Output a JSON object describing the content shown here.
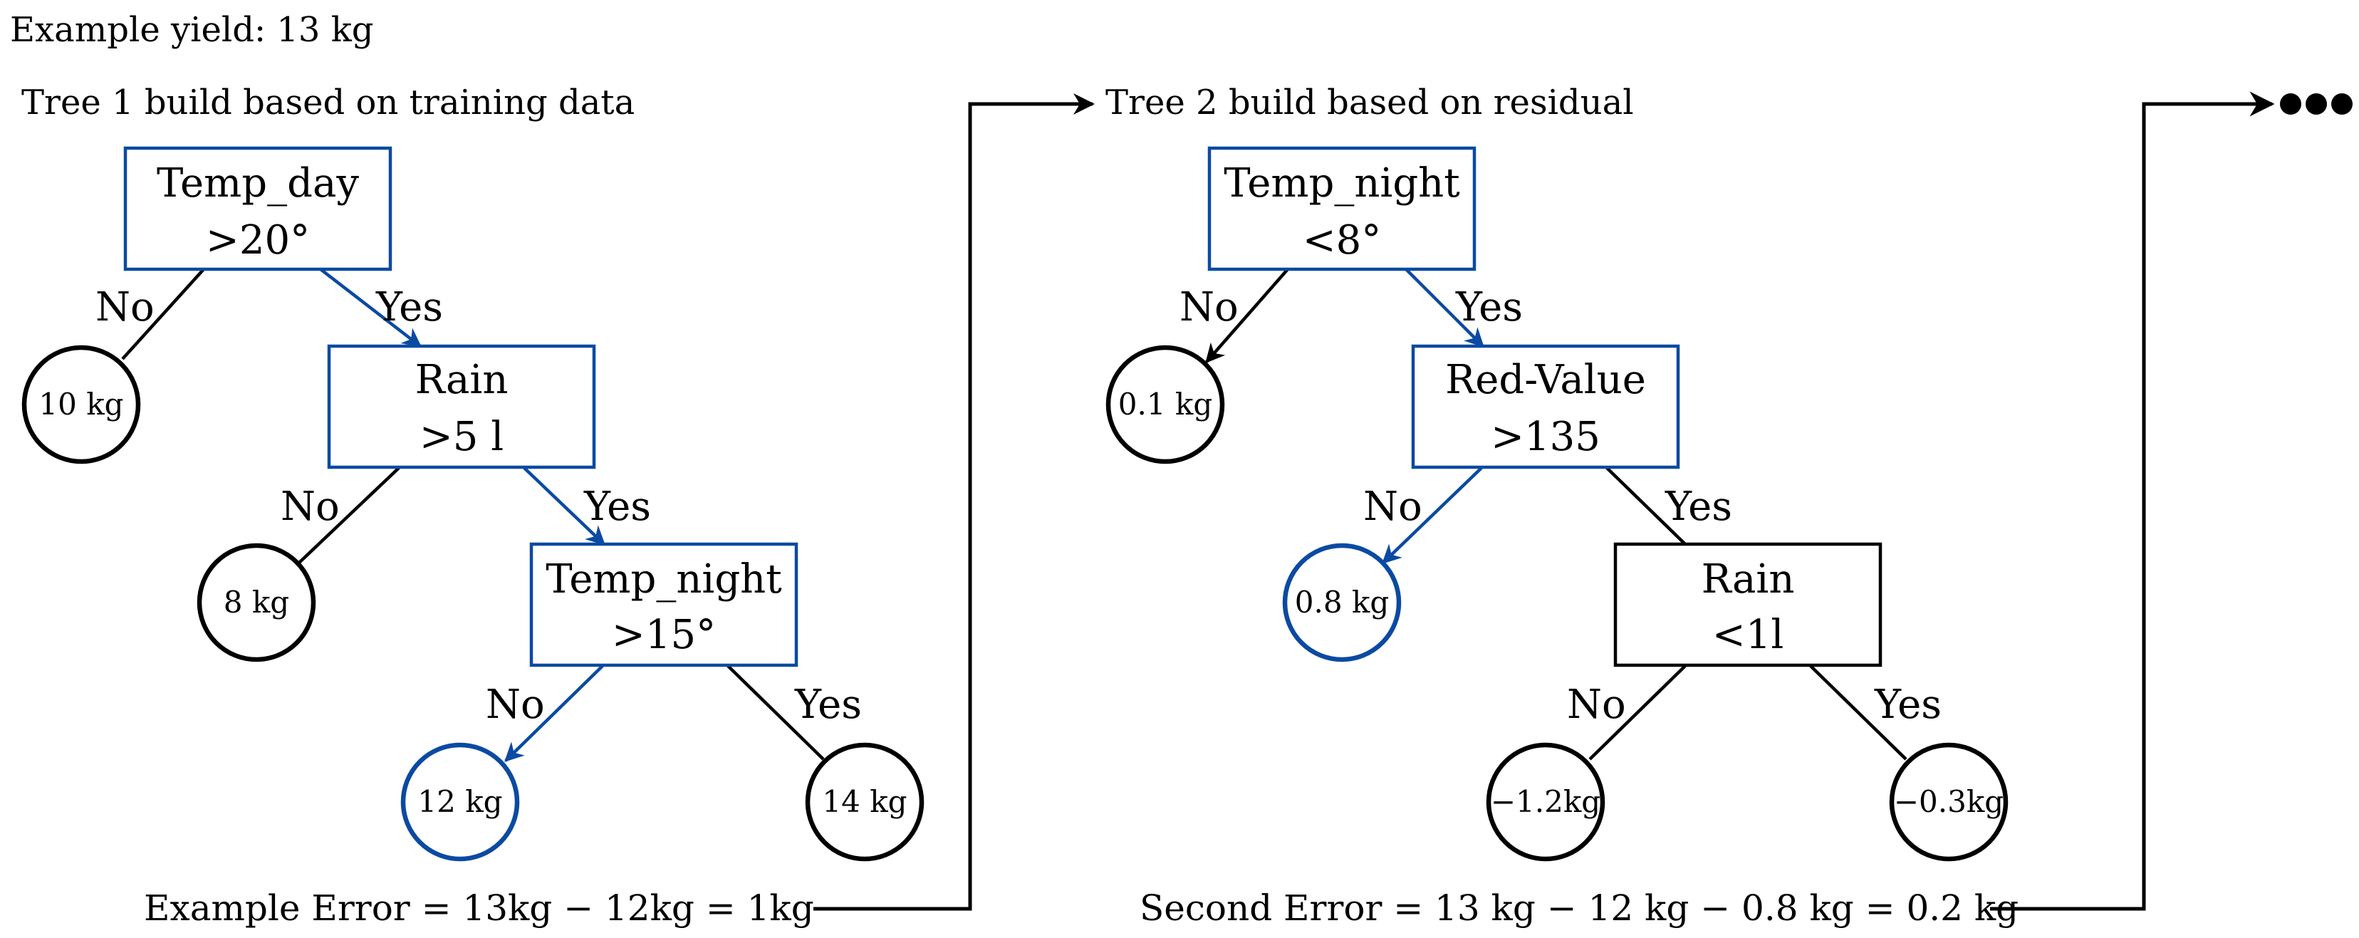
{
  "colors": {
    "path": "#0b4aa2",
    "default": "#000000"
  },
  "example_label": "Example yield: 13 kg",
  "tree1": {
    "caption": "Tree 1 build based on training data",
    "root": {
      "line1": "Temp_day",
      "line2": ">20°"
    },
    "root_no": "No",
    "root_yes": "Yes",
    "leaf_a": "10 kg",
    "rain": {
      "line1": "Rain",
      "line2": ">5 l"
    },
    "rain_no": "No",
    "rain_yes": "Yes",
    "leaf_b": "8 kg",
    "night": {
      "line1": "Temp_night",
      "line2": ">15°"
    },
    "night_no": "No",
    "night_yes": "Yes",
    "leaf_c": "12 kg",
    "leaf_d": "14 kg",
    "error": "Example Error = 13kg − 12kg = 1kg"
  },
  "tree2": {
    "caption": "Tree 2 build based on residual",
    "root": {
      "line1": "Temp_night",
      "line2": "<8°"
    },
    "root_no": "No",
    "root_yes": "Yes",
    "leaf_a": "0.1 kg",
    "red": {
      "line1": "Red-Value",
      "line2": ">135"
    },
    "red_no": "No",
    "red_yes": "Yes",
    "leaf_b": "0.8 kg",
    "rain": {
      "line1": "Rain",
      "line2": "<1l"
    },
    "rain_no": "No",
    "rain_yes": "Yes",
    "leaf_c": "−1.2kg",
    "leaf_d": "−0.3kg",
    "error": "Second Error = 13 kg − 12 kg − 0.8 kg = 0.2 kg"
  },
  "continuation": "•••"
}
